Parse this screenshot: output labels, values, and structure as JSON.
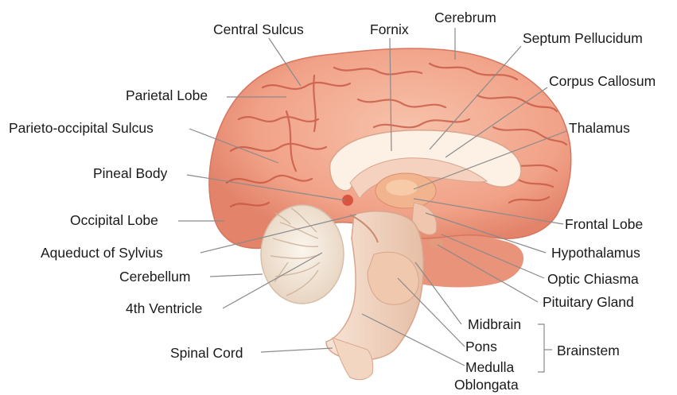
{
  "labels": {
    "central_sulcus": "Central Sulcus",
    "fornix": "Fornix",
    "cerebrum": "Cerebrum",
    "septum_pellucidum": "Septum Pellucidum",
    "parietal_lobe": "Parietal Lobe",
    "corpus_callosum": "Corpus Callosum",
    "parieto_occipital_sulcus": "Parieto-occipital Sulcus",
    "thalamus": "Thalamus",
    "pineal_body": "Pineal Body",
    "occipital_lobe": "Occipital Lobe",
    "frontal_lobe": "Frontal Lobe",
    "aqueduct_of_sylvius": "Aqueduct of Sylvius",
    "hypothalamus": "Hypothalamus",
    "cerebellum": "Cerebellum",
    "optic_chiasma": "Optic Chiasma",
    "fourth_ventricle": "4th Ventricle",
    "pituitary_gland": "Pituitary Gland",
    "midbrain": "Midbrain",
    "spinal_cord": "Spinal Cord",
    "pons": "Pons",
    "brainstem": "Brainstem",
    "medulla": "Medulla",
    "oblongata": "Oblongata"
  },
  "colors": {
    "cortex": "#f2a98f",
    "cortex_dark": "#d9725a",
    "sulcus": "#c4523e",
    "inner": "#fbe3d4",
    "callosum": "#fdf1e6",
    "cerebellum": "#f7efe4",
    "brainstem": "#f3d6c2",
    "leader": "#8a8a8a"
  }
}
